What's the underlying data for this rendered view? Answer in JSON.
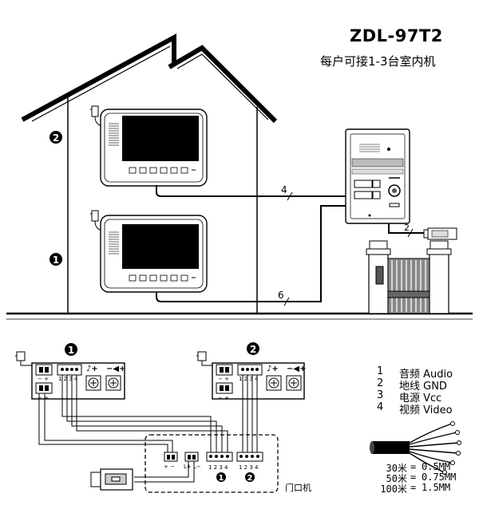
{
  "header": {
    "model": "ZDL-97T2",
    "subtitle": "每户可接1-3台室内机"
  },
  "house": {
    "unit_markers": [
      "2",
      "1"
    ],
    "cable_counts": [
      "4",
      "6",
      "2"
    ]
  },
  "wiring": {
    "unit_markers": [
      "1",
      "2"
    ],
    "terminal_numbers": "1 2 3 4",
    "polarity_minus_plus": "− +",
    "polarity_plus_minus": "+ −",
    "polarity_lock": "L+ L−",
    "door_station_label": "门口机",
    "door_terminal_markers": [
      "1",
      "2"
    ]
  },
  "legend": {
    "items": [
      {
        "num": "1",
        "label": "音频 Audio"
      },
      {
        "num": "2",
        "label": "地线 GND"
      },
      {
        "num": "3",
        "label": "电源 Vcc"
      },
      {
        "num": "4",
        "label": "视频 Video"
      }
    ]
  },
  "cable_lengths": [
    {
      "length": "30米",
      "eq": "=",
      "size": "0.5MM"
    },
    {
      "length": "50米",
      "eq": "=",
      "size": "0.75MM"
    },
    {
      "length": "100米",
      "eq": "=",
      "size": "1.5MM"
    }
  ]
}
